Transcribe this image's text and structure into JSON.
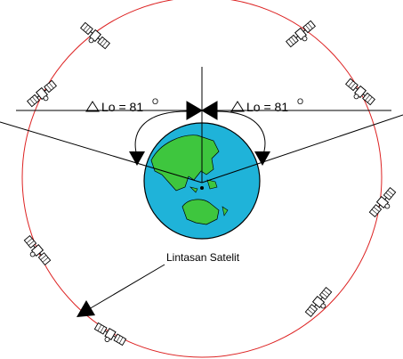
{
  "labels": {
    "left_angle": "Lo = 81",
    "left_angle_sup": "O",
    "right_angle": "Lo = 81",
    "right_angle_sup": "O",
    "orbit_label": "Lintasan Satelit"
  },
  "colors": {
    "orbit": "#dd2222",
    "ocean": "#1fb3d9",
    "land": "#3ec63e",
    "line": "#000000",
    "satellite_body": "#ffffff"
  },
  "icons": {
    "triangle": "delta-triangle-icon",
    "satellite": "satellite-icon",
    "earth": "earth-globe-icon",
    "antenna": "bowtie-satellite-icon"
  }
}
